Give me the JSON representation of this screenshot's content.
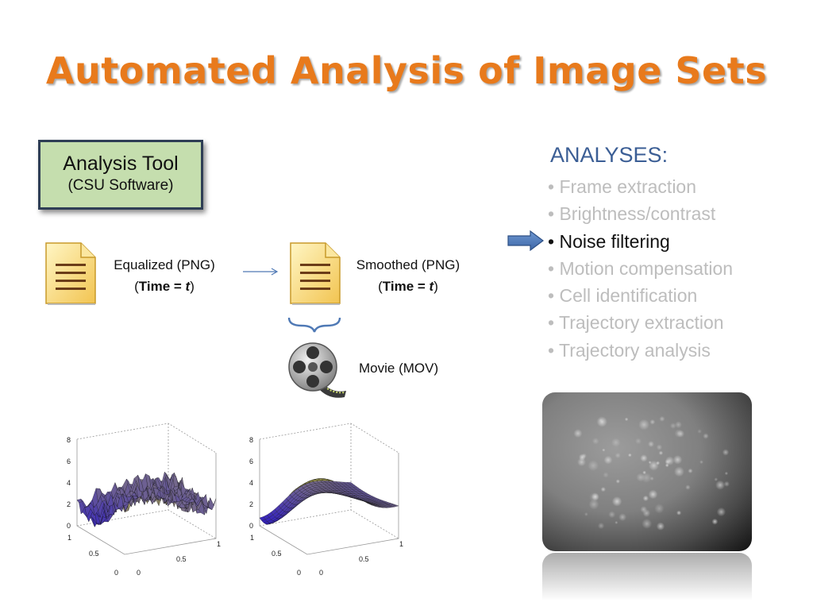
{
  "slide": {
    "title": "Automated Analysis of Image Sets"
  },
  "tool": {
    "name": "Analysis Tool",
    "subtitle": "(CSU Software)"
  },
  "files": [
    {
      "label": "Equalized (PNG)",
      "time_prefix": "Time = ",
      "time_var": "t",
      "icon": "document-icon"
    },
    {
      "label": "Smoothed (PNG)",
      "time_prefix": "Time = ",
      "time_var": "t",
      "icon": "document-icon"
    },
    {
      "label": "Movie (MOV)",
      "icon": "film-reel-icon"
    }
  ],
  "analyses": {
    "heading": "ANALYSES:",
    "items": [
      {
        "label": "Frame extraction",
        "active": false
      },
      {
        "label": "Brightness/contrast",
        "active": false
      },
      {
        "label": "Noise filtering",
        "active": true
      },
      {
        "label": "Motion compensation",
        "active": false
      },
      {
        "label": "Cell identification",
        "active": false
      },
      {
        "label": "Trajectory extraction",
        "active": false
      },
      {
        "label": "Trajectory analysis",
        "active": false
      }
    ]
  },
  "plots": [
    {
      "z_ticks": [
        "0",
        "2",
        "4",
        "6",
        "8"
      ],
      "y_ticks": [
        "1",
        "0.5",
        "0"
      ],
      "x_ticks": [
        "0",
        "0.5",
        "1"
      ]
    },
    {
      "z_ticks": [
        "0",
        "2",
        "4",
        "6",
        "8"
      ],
      "y_ticks": [
        "1",
        "0.5",
        "0"
      ],
      "x_ticks": [
        "0",
        "0.5",
        "1"
      ]
    }
  ],
  "colors": {
    "title": "#e87a1c",
    "heading": "#3b5e95",
    "inactive_item": "#bdbdbd",
    "box_fill": "#c5deae",
    "box_border": "#2e3e55",
    "arrow": "#4f79b5"
  }
}
